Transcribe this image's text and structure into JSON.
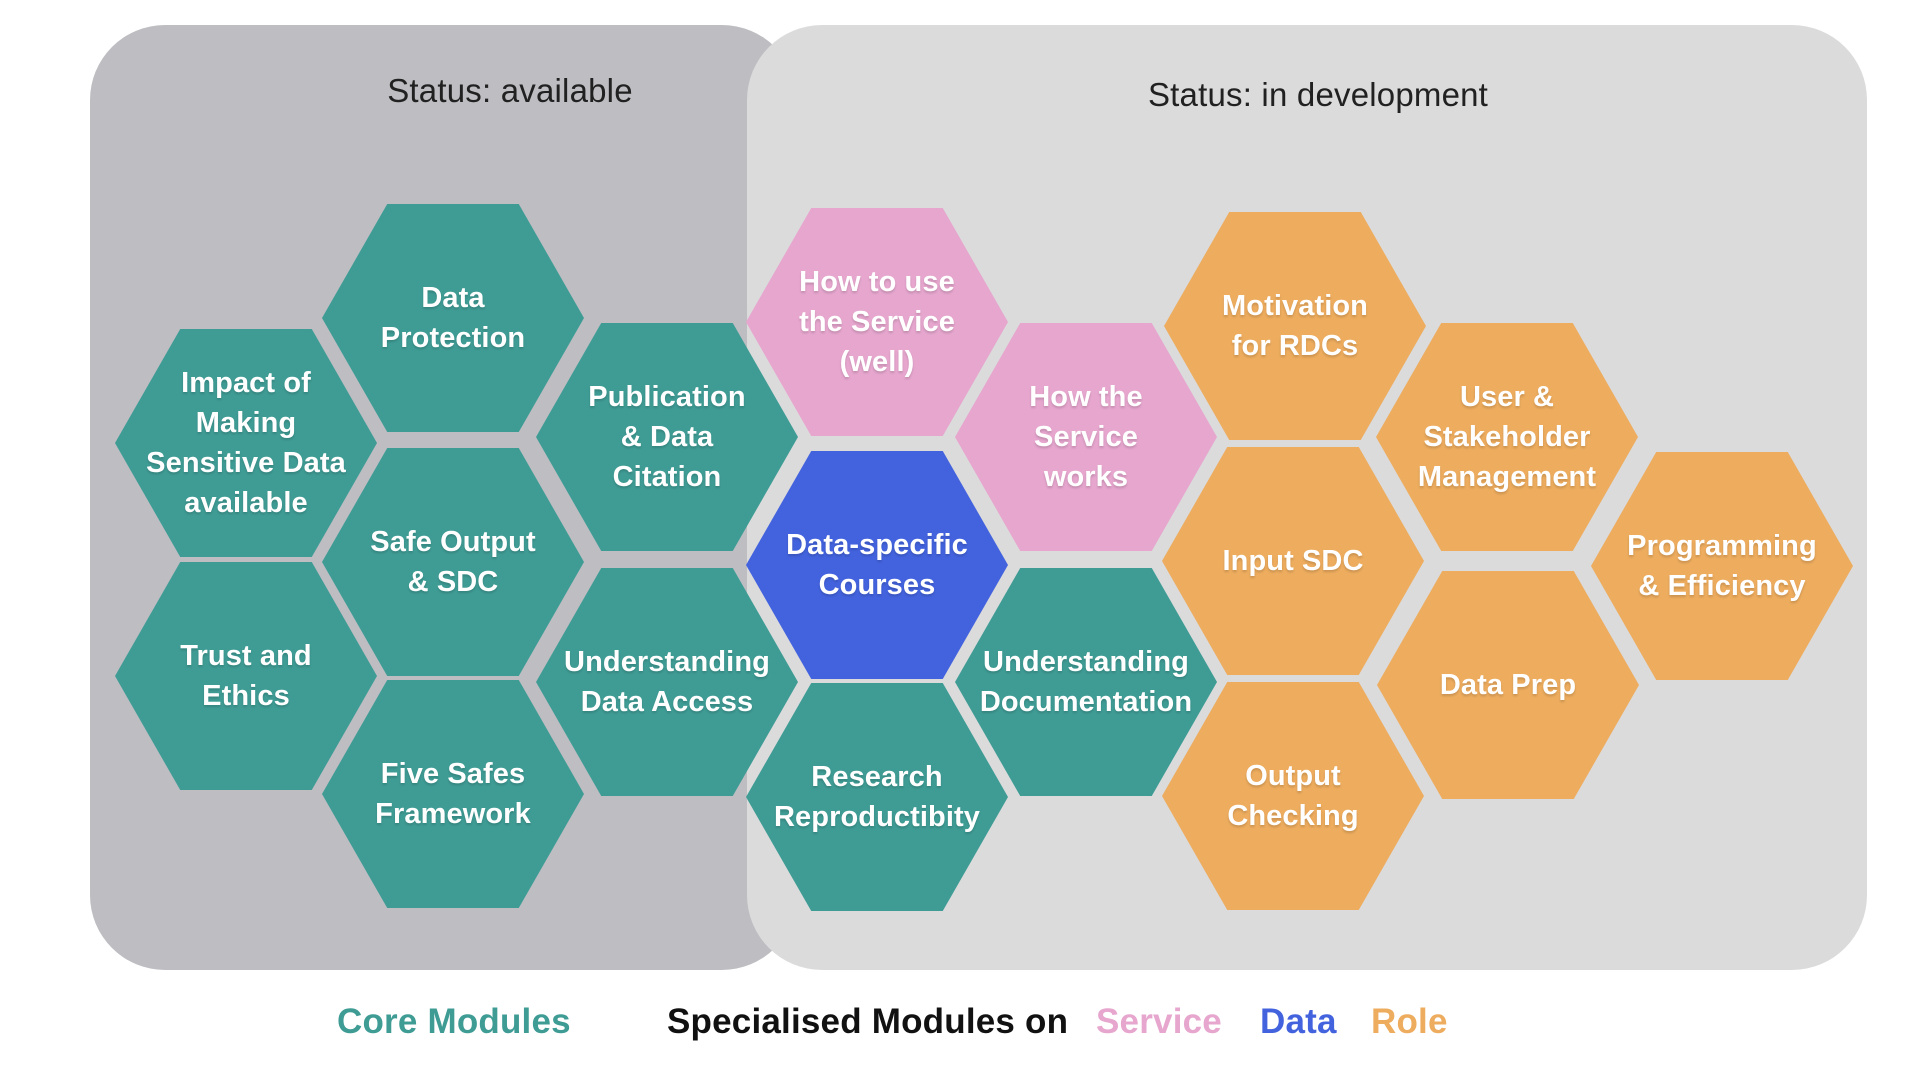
{
  "regions": [
    {
      "id": "available",
      "label": "Status: available"
    },
    {
      "id": "in-development",
      "label": "Status: in development"
    }
  ],
  "hexagons": [
    {
      "id": "data-protection",
      "category": "core",
      "region": "available",
      "lines": [
        "Data",
        "Protection"
      ]
    },
    {
      "id": "impact-sensitive-data",
      "category": "core",
      "region": "available",
      "lines": [
        "Impact of",
        "Making",
        "Sensitive Data",
        "available"
      ]
    },
    {
      "id": "publication-data-citation",
      "category": "core",
      "region": "available",
      "lines": [
        "Publication",
        "& Data",
        "Citation"
      ]
    },
    {
      "id": "safe-output-sdc",
      "category": "core",
      "region": "available",
      "lines": [
        "Safe Output",
        "& SDC"
      ]
    },
    {
      "id": "trust-and-ethics",
      "category": "core",
      "region": "available",
      "lines": [
        "Trust and",
        "Ethics"
      ]
    },
    {
      "id": "five-safes-framework",
      "category": "core",
      "region": "available",
      "lines": [
        "Five Safes",
        "Framework"
      ]
    },
    {
      "id": "understanding-data-access",
      "category": "core",
      "region": "available",
      "lines": [
        "Understanding",
        "Data Access"
      ]
    },
    {
      "id": "how-to-use-the-service",
      "category": "service",
      "region": "in-development",
      "lines": [
        "How to use",
        "the Service",
        "(well)"
      ]
    },
    {
      "id": "how-the-service-works",
      "category": "service",
      "region": "in-development",
      "lines": [
        "How the",
        "Service",
        "works"
      ]
    },
    {
      "id": "data-specific-courses",
      "category": "data",
      "region": "in-development",
      "lines": [
        "Data-specific",
        "Courses"
      ]
    },
    {
      "id": "understanding-documentation",
      "category": "core",
      "region": "in-development",
      "lines": [
        "Understanding",
        "Documentation"
      ]
    },
    {
      "id": "research-reproductibity",
      "category": "core",
      "region": "in-development",
      "lines": [
        "Research",
        "Reproductibity"
      ]
    },
    {
      "id": "motivation-for-rdcs",
      "category": "role",
      "region": "in-development",
      "lines": [
        "Motivation",
        "for RDCs"
      ]
    },
    {
      "id": "user-stakeholder-management",
      "category": "role",
      "region": "in-development",
      "lines": [
        "User &",
        "Stakeholder",
        "Management"
      ]
    },
    {
      "id": "input-sdc",
      "category": "role",
      "region": "in-development",
      "lines": [
        "Input SDC"
      ]
    },
    {
      "id": "programming-efficiency",
      "category": "role",
      "region": "in-development",
      "lines": [
        "Programming",
        "& Efficiency"
      ]
    },
    {
      "id": "data-prep",
      "category": "role",
      "region": "in-development",
      "lines": [
        "Data Prep"
      ]
    },
    {
      "id": "output-checking",
      "category": "role",
      "region": "in-development",
      "lines": [
        "Output",
        "Checking"
      ]
    }
  ],
  "legend": {
    "items": [
      {
        "id": "core",
        "label": "Core Modules",
        "category": "core"
      },
      {
        "id": "specialised",
        "label": "Specialised Modules on",
        "category": "text"
      },
      {
        "id": "service",
        "label": "Service",
        "category": "service"
      },
      {
        "id": "data",
        "label": "Data",
        "category": "data"
      },
      {
        "id": "role",
        "label": "Role",
        "category": "role"
      }
    ]
  },
  "colors": {
    "core": "#3f9c95",
    "service": "#e6a6ce",
    "data": "#4363de",
    "role": "#edac5e",
    "region_available": "#bdbdc2",
    "region_in_development": "#dbdbdc",
    "hex_text": "#ffffff",
    "status_text": "#212121",
    "legend_text": "#111111",
    "page_background": "#ffffff"
  }
}
